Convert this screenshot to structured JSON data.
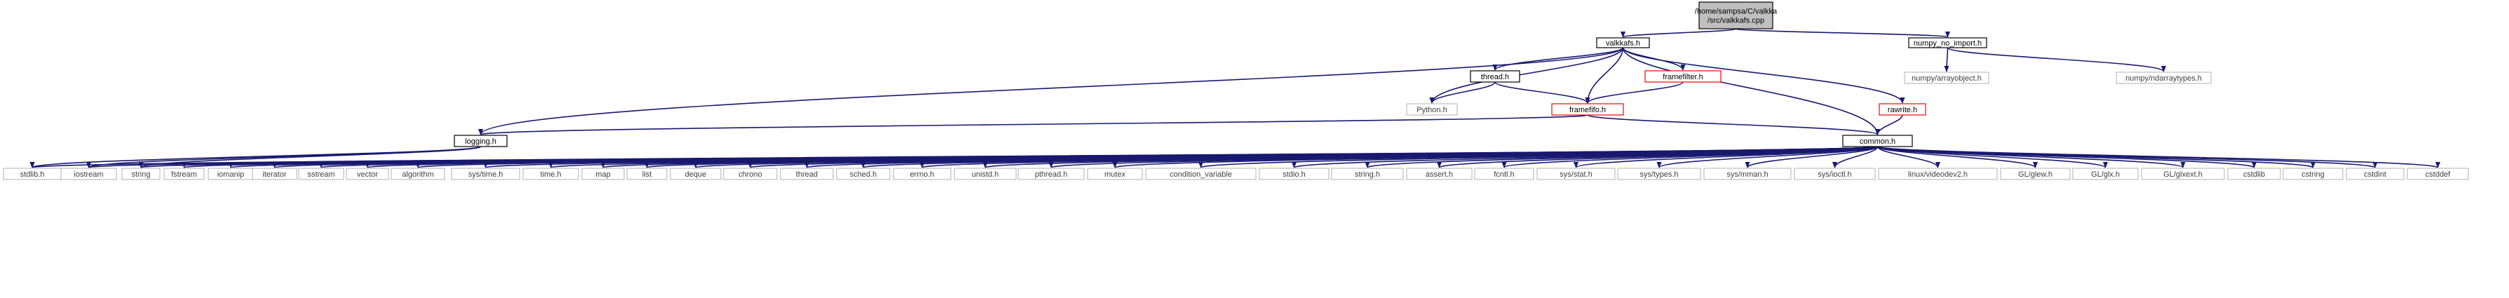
{
  "colors": {
    "edge": "#191970",
    "defined_border": "#000000",
    "defined_fill": "#ffffff",
    "root_fill": "#bfbfbf",
    "external_border": "#bfbfbf",
    "external_text": "#404040",
    "truncated_border": "#ff0000",
    "text": "#000000"
  },
  "nodes": [
    {
      "id": "root",
      "lines": [
        "/home/sampsa/C/valkka",
        "/src/valkkafs.cpp"
      ],
      "style": "root"
    },
    {
      "id": "valkkafs_h",
      "lines": [
        "valkkafs.h"
      ],
      "style": "defined"
    },
    {
      "id": "numpy_no_import_h",
      "lines": [
        "numpy_no_import.h"
      ],
      "style": "defined"
    },
    {
      "id": "numpy_arrayobject_h",
      "lines": [
        "numpy/arrayobject.h"
      ],
      "style": "external"
    },
    {
      "id": "numpy_ndarraytypes_h",
      "lines": [
        "numpy/ndarraytypes.h"
      ],
      "style": "external"
    },
    {
      "id": "thread_h",
      "lines": [
        "thread.h"
      ],
      "style": "defined"
    },
    {
      "id": "framefilter_h",
      "lines": [
        "framefilter.h"
      ],
      "style": "truncated"
    },
    {
      "id": "python_h",
      "lines": [
        "Python.h"
      ],
      "style": "external"
    },
    {
      "id": "framefifo_h",
      "lines": [
        "framefifo.h"
      ],
      "style": "truncated"
    },
    {
      "id": "rawrite_h",
      "lines": [
        "rawrite.h"
      ],
      "style": "truncated"
    },
    {
      "id": "logging_h",
      "lines": [
        "logging.h"
      ],
      "style": "defined"
    },
    {
      "id": "common_h",
      "lines": [
        "common.h"
      ],
      "style": "defined"
    },
    {
      "id": "stdlib_h",
      "lines": [
        "stdlib.h"
      ],
      "style": "external"
    },
    {
      "id": "iostream",
      "lines": [
        "iostream"
      ],
      "style": "external"
    },
    {
      "id": "string",
      "lines": [
        "string"
      ],
      "style": "external"
    },
    {
      "id": "fstream",
      "lines": [
        "fstream"
      ],
      "style": "external"
    },
    {
      "id": "iomanip",
      "lines": [
        "iomanip"
      ],
      "style": "external"
    },
    {
      "id": "iterator",
      "lines": [
        "iterator"
      ],
      "style": "external"
    },
    {
      "id": "sstream",
      "lines": [
        "sstream"
      ],
      "style": "external"
    },
    {
      "id": "vector",
      "lines": [
        "vector"
      ],
      "style": "external"
    },
    {
      "id": "algorithm",
      "lines": [
        "algorithm"
      ],
      "style": "external"
    },
    {
      "id": "sys_time_h",
      "lines": [
        "sys/time.h"
      ],
      "style": "external"
    },
    {
      "id": "time_h",
      "lines": [
        "time.h"
      ],
      "style": "external"
    },
    {
      "id": "map",
      "lines": [
        "map"
      ],
      "style": "external"
    },
    {
      "id": "list",
      "lines": [
        "list"
      ],
      "style": "external"
    },
    {
      "id": "deque",
      "lines": [
        "deque"
      ],
      "style": "external"
    },
    {
      "id": "chrono",
      "lines": [
        "chrono"
      ],
      "style": "external"
    },
    {
      "id": "thread",
      "lines": [
        "thread"
      ],
      "style": "external"
    },
    {
      "id": "sched_h",
      "lines": [
        "sched.h"
      ],
      "style": "external"
    },
    {
      "id": "errno_h",
      "lines": [
        "errno.h"
      ],
      "style": "external"
    },
    {
      "id": "unistd_h",
      "lines": [
        "unistd.h"
      ],
      "style": "external"
    },
    {
      "id": "pthread_h",
      "lines": [
        "pthread.h"
      ],
      "style": "external"
    },
    {
      "id": "mutex",
      "lines": [
        "mutex"
      ],
      "style": "external"
    },
    {
      "id": "condition_variable",
      "lines": [
        "condition_variable"
      ],
      "style": "external"
    },
    {
      "id": "stdio_h",
      "lines": [
        "stdio.h"
      ],
      "style": "external"
    },
    {
      "id": "string_h",
      "lines": [
        "string.h"
      ],
      "style": "external"
    },
    {
      "id": "assert_h",
      "lines": [
        "assert.h"
      ],
      "style": "external"
    },
    {
      "id": "fcntl_h",
      "lines": [
        "fcntl.h"
      ],
      "style": "external"
    },
    {
      "id": "sys_stat_h",
      "lines": [
        "sys/stat.h"
      ],
      "style": "external"
    },
    {
      "id": "sys_types_h",
      "lines": [
        "sys/types.h"
      ],
      "style": "external"
    },
    {
      "id": "sys_mman_h",
      "lines": [
        "sys/mman.h"
      ],
      "style": "external"
    },
    {
      "id": "sys_ioctl_h",
      "lines": [
        "sys/ioctl.h"
      ],
      "style": "external"
    },
    {
      "id": "linux_videodev2_h",
      "lines": [
        "linux/videodev2.h"
      ],
      "style": "external"
    },
    {
      "id": "gl_glew_h",
      "lines": [
        "GL/glew.h"
      ],
      "style": "external"
    },
    {
      "id": "gl_glx_h",
      "lines": [
        "GL/glx.h"
      ],
      "style": "external"
    },
    {
      "id": "gl_glxext_h",
      "lines": [
        "GL/glxext.h"
      ],
      "style": "external"
    },
    {
      "id": "cstdlib",
      "lines": [
        "cstdlib"
      ],
      "style": "external"
    },
    {
      "id": "cstring",
      "lines": [
        "cstring"
      ],
      "style": "external"
    },
    {
      "id": "cstdint",
      "lines": [
        "cstdint"
      ],
      "style": "external"
    },
    {
      "id": "cstddef",
      "lines": [
        "cstddef"
      ],
      "style": "external"
    }
  ],
  "edges": [
    [
      "root",
      "valkkafs_h"
    ],
    [
      "root",
      "numpy_no_import_h"
    ],
    [
      "numpy_no_import_h",
      "numpy_arrayobject_h"
    ],
    [
      "numpy_no_import_h",
      "numpy_ndarraytypes_h"
    ],
    [
      "valkkafs_h",
      "thread_h"
    ],
    [
      "valkkafs_h",
      "framefilter_h"
    ],
    [
      "valkkafs_h",
      "python_h"
    ],
    [
      "valkkafs_h",
      "framefifo_h"
    ],
    [
      "valkkafs_h",
      "rawrite_h"
    ],
    [
      "valkkafs_h",
      "logging_h"
    ],
    [
      "valkkafs_h",
      "common_h"
    ],
    [
      "thread_h",
      "python_h"
    ],
    [
      "thread_h",
      "framefifo_h"
    ],
    [
      "framefilter_h",
      "framefifo_h"
    ],
    [
      "framefifo_h",
      "logging_h"
    ],
    [
      "framefifo_h",
      "common_h"
    ],
    [
      "rawrite_h",
      "common_h"
    ],
    [
      "logging_h",
      "stdlib_h"
    ],
    [
      "logging_h",
      "iostream"
    ],
    [
      "logging_h",
      "string"
    ],
    [
      "common_h",
      "stdlib_h"
    ],
    [
      "common_h",
      "iostream"
    ],
    [
      "common_h",
      "string"
    ],
    [
      "common_h",
      "fstream"
    ],
    [
      "common_h",
      "iomanip"
    ],
    [
      "common_h",
      "iterator"
    ],
    [
      "common_h",
      "sstream"
    ],
    [
      "common_h",
      "vector"
    ],
    [
      "common_h",
      "algorithm"
    ],
    [
      "common_h",
      "sys_time_h"
    ],
    [
      "common_h",
      "time_h"
    ],
    [
      "common_h",
      "map"
    ],
    [
      "common_h",
      "list"
    ],
    [
      "common_h",
      "deque"
    ],
    [
      "common_h",
      "chrono"
    ],
    [
      "common_h",
      "thread"
    ],
    [
      "common_h",
      "sched_h"
    ],
    [
      "common_h",
      "errno_h"
    ],
    [
      "common_h",
      "unistd_h"
    ],
    [
      "common_h",
      "pthread_h"
    ],
    [
      "common_h",
      "mutex"
    ],
    [
      "common_h",
      "condition_variable"
    ],
    [
      "common_h",
      "stdio_h"
    ],
    [
      "common_h",
      "string_h"
    ],
    [
      "common_h",
      "assert_h"
    ],
    [
      "common_h",
      "fcntl_h"
    ],
    [
      "common_h",
      "sys_stat_h"
    ],
    [
      "common_h",
      "sys_types_h"
    ],
    [
      "common_h",
      "sys_mman_h"
    ],
    [
      "common_h",
      "sys_ioctl_h"
    ],
    [
      "common_h",
      "linux_videodev2_h"
    ],
    [
      "common_h",
      "gl_glew_h"
    ],
    [
      "common_h",
      "gl_glx_h"
    ],
    [
      "common_h",
      "gl_glxext_h"
    ],
    [
      "common_h",
      "cstdlib"
    ],
    [
      "common_h",
      "cstring"
    ],
    [
      "common_h",
      "cstdint"
    ],
    [
      "common_h",
      "cstddef"
    ]
  ]
}
